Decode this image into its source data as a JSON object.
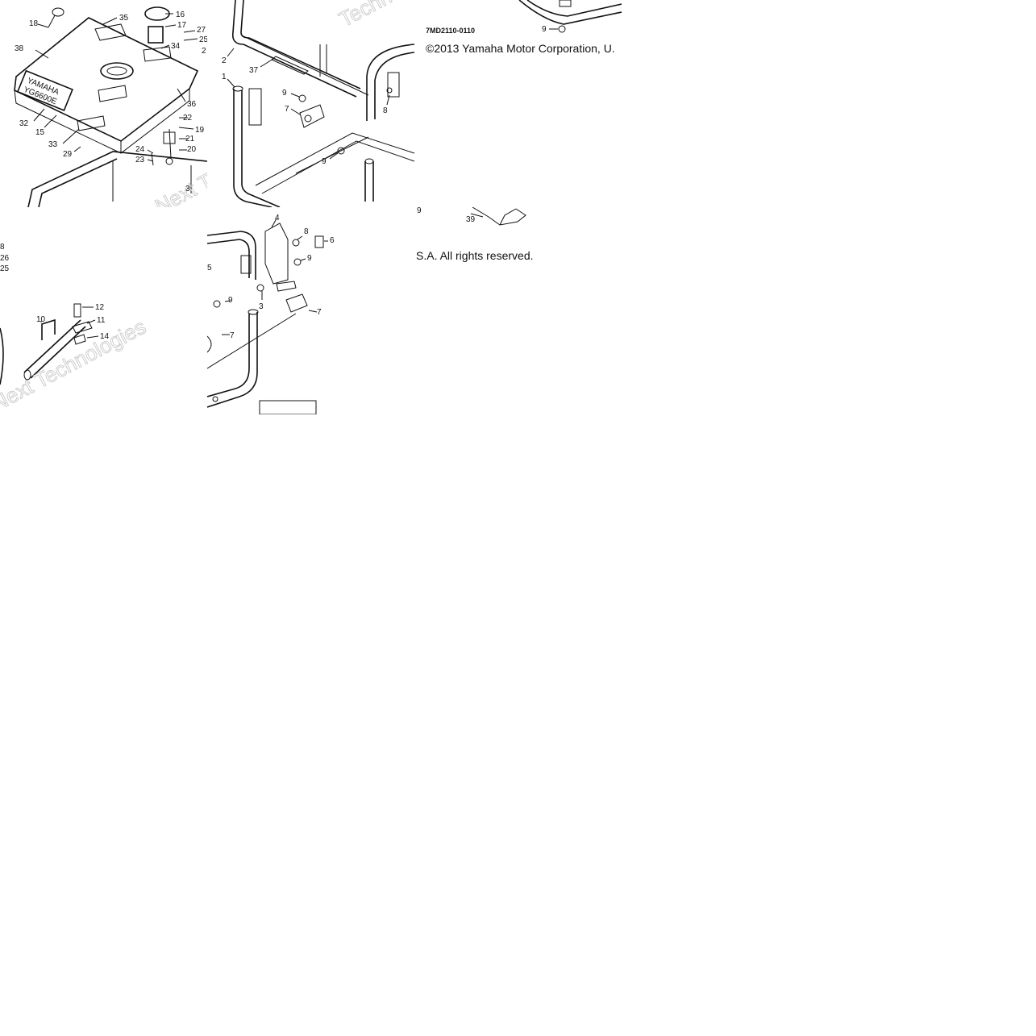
{
  "diagram": {
    "drawing_code": "7MD2110-0110",
    "copyright_line1": "©2013 Yamaha Motor Corporation, U.",
    "copyright_line2": "S.A. All rights reserved.",
    "tank_badge_brand": "YAMAHA",
    "tank_badge_model": "YG6600E",
    "watermark_1": "Technologies",
    "watermark_2": "Next Technologies",
    "watermark_3": "Next Technologies",
    "watermark_4": "Techn",
    "tile_top_left_callouts": [
      "18",
      "35",
      "16",
      "17",
      "27",
      "25",
      "2",
      "34",
      "38",
      "36",
      "32",
      "15",
      "33",
      "29",
      "22",
      "19",
      "21",
      "24",
      "23",
      "20",
      "3"
    ],
    "tile_top_middle_callouts": [
      "2",
      "37",
      "1",
      "9",
      "7",
      "8",
      "9"
    ],
    "tile_top_right_callouts": [
      "9",
      "9",
      "39"
    ],
    "tile_bottom_left_callouts": [
      "8",
      "26",
      "25",
      "12",
      "10",
      "11",
      "14"
    ],
    "tile_bottom_middle_callouts": [
      "4",
      "8",
      "6",
      "9",
      "5",
      "9",
      "3",
      "7",
      "7"
    ]
  },
  "colors": {
    "line": "#111111",
    "watermark": "#c9c9c9",
    "background": "#ffffff"
  }
}
